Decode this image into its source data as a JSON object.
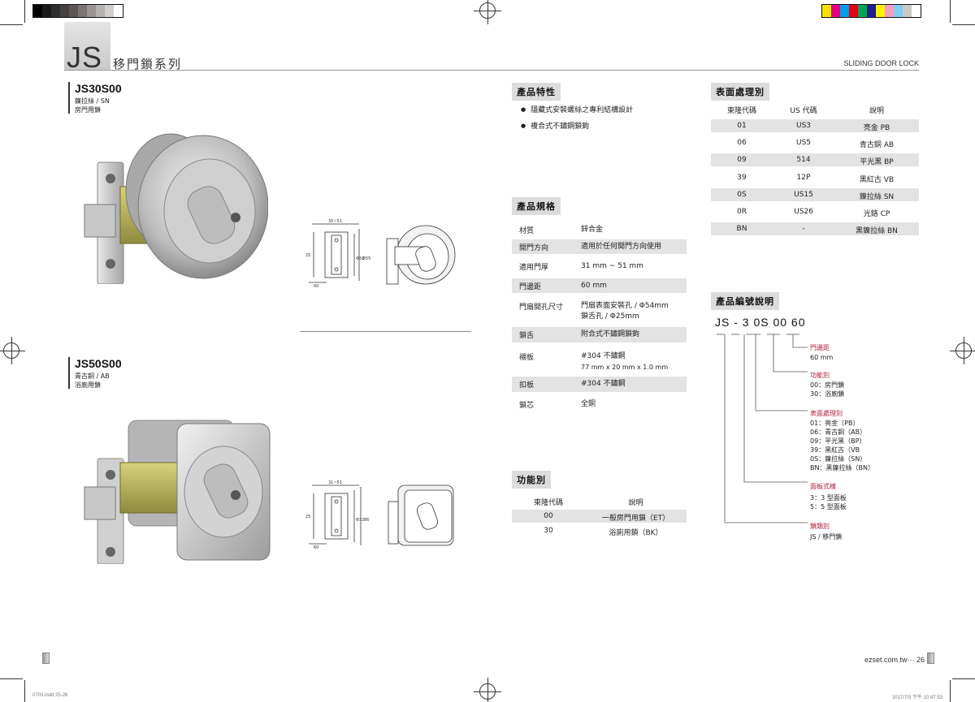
{
  "header": {
    "series_code": "JS",
    "series_title": "移門鎖系列",
    "english_title": "SLIDING DOOR LOCK"
  },
  "products": [
    {
      "code": "JS30S00",
      "finish": "鎳拉絲 / SN",
      "usage": "房門用鎖"
    },
    {
      "code": "JS50S00",
      "finish": "青古銅 / AB",
      "usage": "浴廁用鎖"
    }
  ],
  "features": {
    "title": "產品特性",
    "items": [
      "隱藏式安裝螺絲之專利結構設計",
      "複合式不鏽鋼鎖鉤"
    ]
  },
  "specs": {
    "title": "產品規格",
    "rows": [
      {
        "label": "材質",
        "value": "鋅合金"
      },
      {
        "label": "開門方向",
        "value": "適用於任何開門方向使用"
      },
      {
        "label": "適用門厚",
        "value": "31 mm ~ 51 mm"
      },
      {
        "label": "門邊距",
        "value": "60 mm"
      },
      {
        "label": "門扇開孔尺寸",
        "value": "門扇表面安裝孔 / Φ54mm",
        "value2": "鎖舌孔 / Φ25mm"
      },
      {
        "label": "鎖舌",
        "value": "附合式不鏽鋼鎖鉤"
      },
      {
        "label": "襯板",
        "value": "#304 不鏽鋼",
        "value2": "77 mm x 20 mm x 1.0 mm"
      },
      {
        "label": "扣板",
        "value": "#304 不鏽鋼"
      },
      {
        "label": "鎖芯",
        "value": "全銅"
      }
    ]
  },
  "functions": {
    "title": "功能別",
    "headers": [
      "東隆代碼",
      "說明"
    ],
    "rows": [
      [
        "00",
        "一般房門用鎖（ET）"
      ],
      [
        "30",
        "浴廁用鎖（BK）"
      ]
    ]
  },
  "finishes": {
    "title": "表面處理別",
    "headers": [
      "東隆代碼",
      "US 代碼",
      "說明"
    ],
    "rows": [
      [
        "01",
        "US3",
        "亮金 PB"
      ],
      [
        "06",
        "US5",
        "青古銅 AB"
      ],
      [
        "09",
        "514",
        "平光黑 BP"
      ],
      [
        "39",
        "12P",
        "黑紅古 VB"
      ],
      [
        "0S",
        "US15",
        "鎳拉絲 SN"
      ],
      [
        "0R",
        "US26",
        "光鉻 CP"
      ],
      [
        "BN",
        "-",
        "黑鎳拉絲 BN"
      ]
    ]
  },
  "code_explain": {
    "title": "產品編號說明",
    "code": "JS - 3 0S 00 60",
    "items": [
      {
        "label": "門邊距",
        "text": "60 mm"
      },
      {
        "label": "功能別",
        "text": "00：房門鎖\n30：浴廁鎖"
      },
      {
        "label": "表面處理別",
        "text": "01：亮金（PB）\n06：青古銅（AB）\n09：平光黑（BP）\n39：黑紅古（VB\n0S：鎳拉絲（SN）\nBN：黑鎳拉絲（BN）"
      },
      {
        "label": "面板式樣",
        "text": "3：3 型面板\n5：5 型面板"
      },
      {
        "label": "鎖類別",
        "text": "JS / 移門鎖"
      }
    ]
  },
  "drawings": {
    "d1_width": "35~51",
    "d1_left": "25",
    "d1_dia1": "Φ32",
    "d1_dia2": "Φ55",
    "d1_bottom": "60",
    "d2_width": "31~51",
    "d2_left": "25",
    "d2_dia1": "Φ32",
    "d2_dia2": "86",
    "d2_bottom": "60"
  },
  "footer": {
    "page": "ezset.com.tw··· 26",
    "slug_left": "0703.indd  25-26",
    "slug_right": "2017/7/3   下午 10:47:53"
  },
  "colors": {
    "accent_red": "#b0213a",
    "shade": "#e3e3e3",
    "swatches_left": [
      "#000000",
      "#1a1a1a",
      "#2e2e2e",
      "#454040",
      "#5e5656",
      "#7a7474",
      "#9a9595",
      "#b6b2b2",
      "#d2cfcf",
      "#ffffff"
    ],
    "swatches_right": [
      "#f6e400",
      "#e4007f",
      "#00a0e9",
      "#e60012",
      "#00a650",
      "#1d2088",
      "#fff100",
      "#f19ec2",
      "#7fcef4",
      "#c9c9c9",
      "#ffffff"
    ]
  }
}
